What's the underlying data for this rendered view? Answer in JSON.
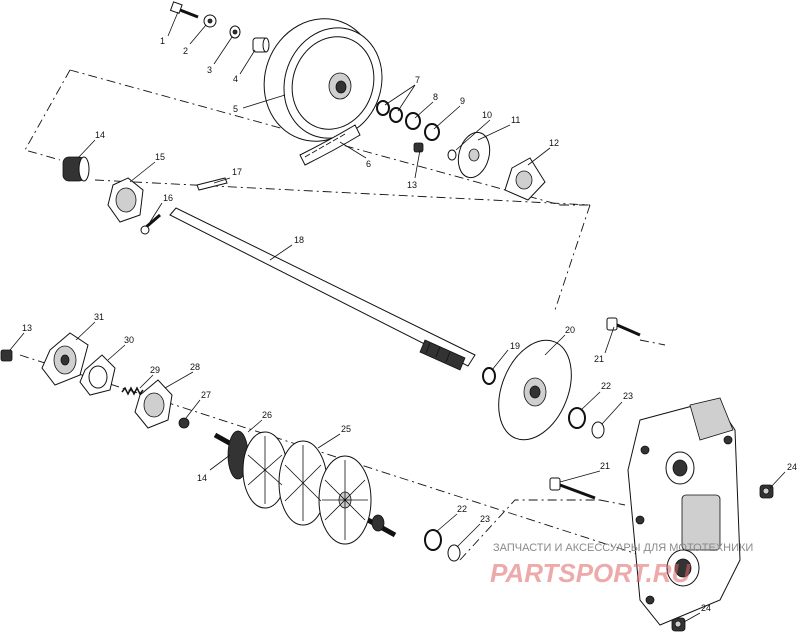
{
  "labels": {
    "l1": "1",
    "l2": "2",
    "l3": "3",
    "l4": "4",
    "l5": "5",
    "l6": "6",
    "l7": "7",
    "l8": "8",
    "l9": "9",
    "l10": "10",
    "l11": "11",
    "l12": "12",
    "l13a": "13",
    "l13b": "13",
    "l14a": "14",
    "l14b": "14",
    "l15": "15",
    "l16": "16",
    "l17": "17",
    "l18": "18",
    "l19": "19",
    "l20": "20",
    "l21a": "21",
    "l21b": "21",
    "l22a": "22",
    "l22b": "22",
    "l23a": "23",
    "l23b": "23",
    "l24a": "24",
    "l24b": "24",
    "l25": "25",
    "l26": "26",
    "l27": "27",
    "l28": "28",
    "l29": "29",
    "l30": "30",
    "l31": "31"
  },
  "watermark": {
    "top_text": "ЗАПЧАСТИ И АКСЕССУАРЫ ДЛЯ МОТОТЕХНИКИ",
    "main_text": "PARTSPORT.RU"
  }
}
